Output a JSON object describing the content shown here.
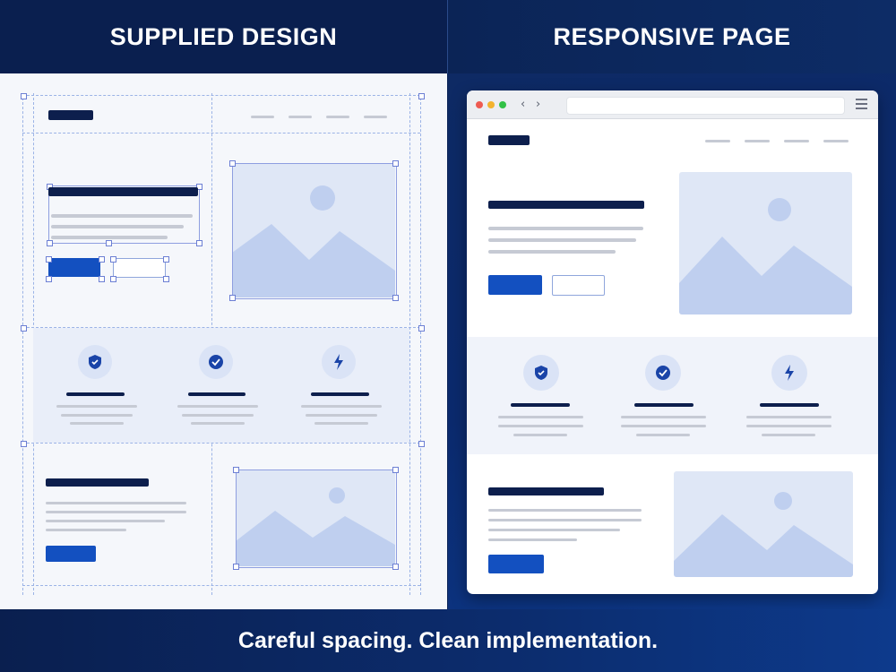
{
  "header": {
    "left_title": "SUPPLIED DESIGN",
    "right_title": "RESPONSIVE PAGE"
  },
  "footer": {
    "tagline": "Careful spacing. Clean implementation."
  },
  "icons": {
    "feature_1": "shield-icon",
    "feature_2": "check-circle-icon",
    "feature_3": "lightning-icon",
    "browser_back": "chevron-left-icon",
    "browser_forward": "chevron-right-icon",
    "browser_menu": "hamburger-menu-icon",
    "hero_image": "image-placeholder-icon"
  },
  "colors": {
    "navy": "#0d1f4d",
    "accent_blue": "#1350c0",
    "placeholder_bg": "#dfe7f6",
    "placeholder_shape": "#bfcfef",
    "guide_line": "#9bb3e6",
    "traffic_red": "#ee5b52",
    "traffic_yellow": "#f3b32f",
    "traffic_green": "#32c147"
  },
  "chevrons": {
    "back": "‹",
    "forward": "›"
  }
}
